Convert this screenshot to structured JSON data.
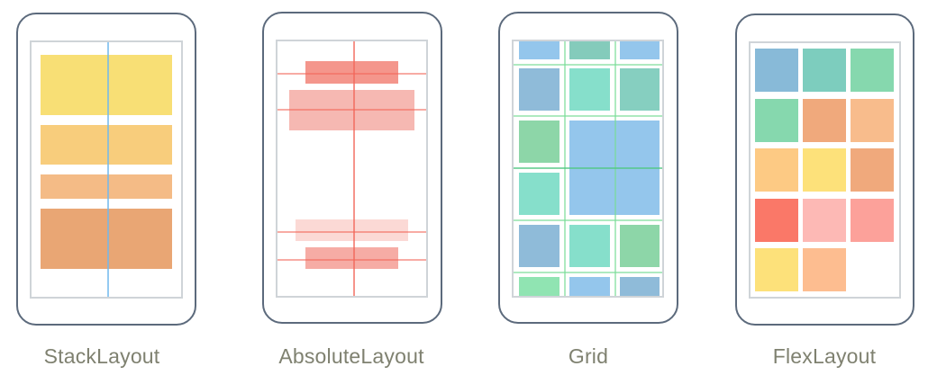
{
  "panels": [
    {
      "label": "StackLayout",
      "guide_color": "#6fb8ee",
      "blocks": [
        {
          "color": "#f8df75"
        },
        {
          "color": "#f8cd7c"
        },
        {
          "color": "#f4bb86"
        },
        {
          "color": "#e9a674"
        }
      ]
    },
    {
      "label": "AbsoluteLayout",
      "guide_color": "#f2665a",
      "blocks": [
        {
          "color": "#f4968c"
        },
        {
          "color": "#f6b8b2"
        },
        {
          "color": "#fbd9d5"
        },
        {
          "color": "#f6aca5"
        }
      ]
    },
    {
      "label": "Grid",
      "guide_color": "#8ee0a8",
      "cells": [
        {
          "color": "#94c6ec"
        },
        {
          "color": "#84cbbb"
        },
        {
          "color": "#94c6ec"
        },
        {
          "color": "#8fbbd9"
        },
        {
          "color": "#86dfcb"
        },
        {
          "color": "#86cfc0"
        },
        {
          "color": "#8dd6a8"
        },
        {
          "color": "#94c6ec"
        },
        {
          "color": "#86dfcb"
        },
        {
          "color": "#8fbbd9"
        },
        {
          "color": "#86dfcb"
        },
        {
          "color": "#8dd6a8"
        },
        {
          "color": "#90e4b2"
        },
        {
          "color": "#94c6ec"
        },
        {
          "color": "#8fbbd9"
        }
      ]
    },
    {
      "label": "FlexLayout",
      "items": [
        {
          "color": "#88bad8"
        },
        {
          "color": "#7dcdbe"
        },
        {
          "color": "#86d8ae"
        },
        {
          "color": "#86d8ae"
        },
        {
          "color": "#f0a97c"
        },
        {
          "color": "#f8bc8c"
        },
        {
          "color": "#fdca84"
        },
        {
          "color": "#fde17a"
        },
        {
          "color": "#f0a97c"
        },
        {
          "color": "#fa7868"
        },
        {
          "color": "#fdb9b5"
        },
        {
          "color": "#fca19a"
        },
        {
          "color": "#fde17a"
        },
        {
          "color": "#fdbd90"
        }
      ]
    }
  ]
}
